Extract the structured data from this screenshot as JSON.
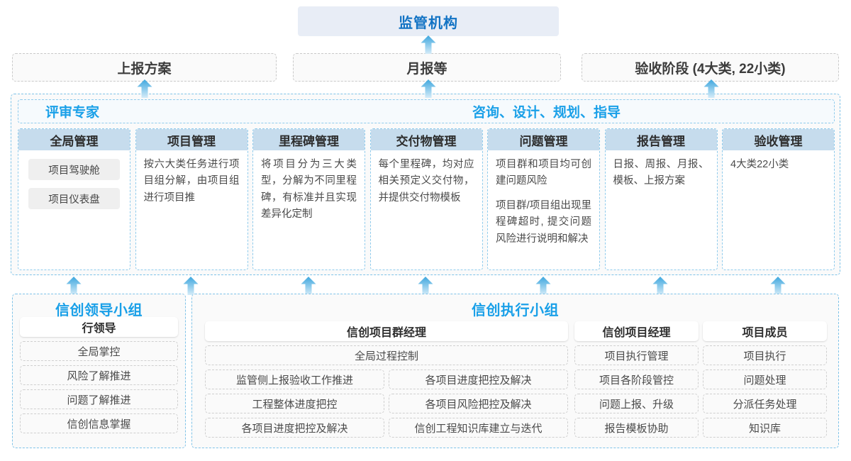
{
  "top": {
    "title": "监管机构"
  },
  "reports": [
    {
      "label": "上报方案"
    },
    {
      "label": "月报等"
    },
    {
      "label": "验收阶段 (4大类, 22小类)"
    }
  ],
  "middle": {
    "labels": [
      "评审专家",
      "咨询、设计、规划、指导"
    ],
    "cards": [
      {
        "title": "全局管理",
        "pills": [
          "项目驾驶舱",
          "项目仪表盘"
        ],
        "paras": []
      },
      {
        "title": "项目管理",
        "pills": [],
        "paras": [
          "按六大类任务进行项目组分解，由项目组进行项目推"
        ]
      },
      {
        "title": "里程碑管理",
        "pills": [],
        "paras": [
          "将项目分为三大类型，分解为不同里程碑，有标准并且实现差异化定制"
        ]
      },
      {
        "title": "交付物管理",
        "pills": [],
        "paras": [
          "每个里程碑，均对应相关预定义交付物，并提供交付物模板"
        ]
      },
      {
        "title": "问题管理",
        "pills": [],
        "paras": [
          "项目群和项目均可创建问题风险",
          "项目群/项目组出现里程碑超时, 提交问题风险进行说明和解决"
        ]
      },
      {
        "title": "报告管理",
        "pills": [],
        "paras": [
          "日报、周报、月报、模板、上报方案"
        ]
      },
      {
        "title": "验收管理",
        "pills": [],
        "paras": [
          "4大类22小类"
        ]
      }
    ]
  },
  "bottom": {
    "left": {
      "title": "信创领导小组",
      "header": "行领导",
      "items": [
        "全局掌控",
        "风险了解推进",
        "问题了解推进",
        "信创信息掌握"
      ]
    },
    "right": {
      "title": "信创执行小组",
      "groups": [
        {
          "header": "信创项目群经理",
          "full_width_item": "全局过程控制",
          "left_items": [
            "监管侧上报验收工作推进",
            "工程整体进度把控",
            "各项目进度把控及解决"
          ],
          "right_items": [
            "各项目进度把控及解决",
            "各项目风险把控及解决",
            "信创工程知识库建立与迭代"
          ]
        },
        {
          "header": "信创项目经理",
          "items": [
            "项目执行管理",
            "项目各阶段管控",
            "问题上报、升级",
            "报告模板协助"
          ]
        },
        {
          "header": "项目成员",
          "items": [
            "项目执行",
            "问题处理",
            "分派任务处理",
            "知识库"
          ]
        }
      ]
    }
  },
  "colors": {
    "accent": "#1aa0e8",
    "banner_bg": "#e8edf6",
    "card_head_bg": "#c6dced",
    "arrow_top": "#3ea7de",
    "arrow_bottom": "#d5ecf8"
  }
}
